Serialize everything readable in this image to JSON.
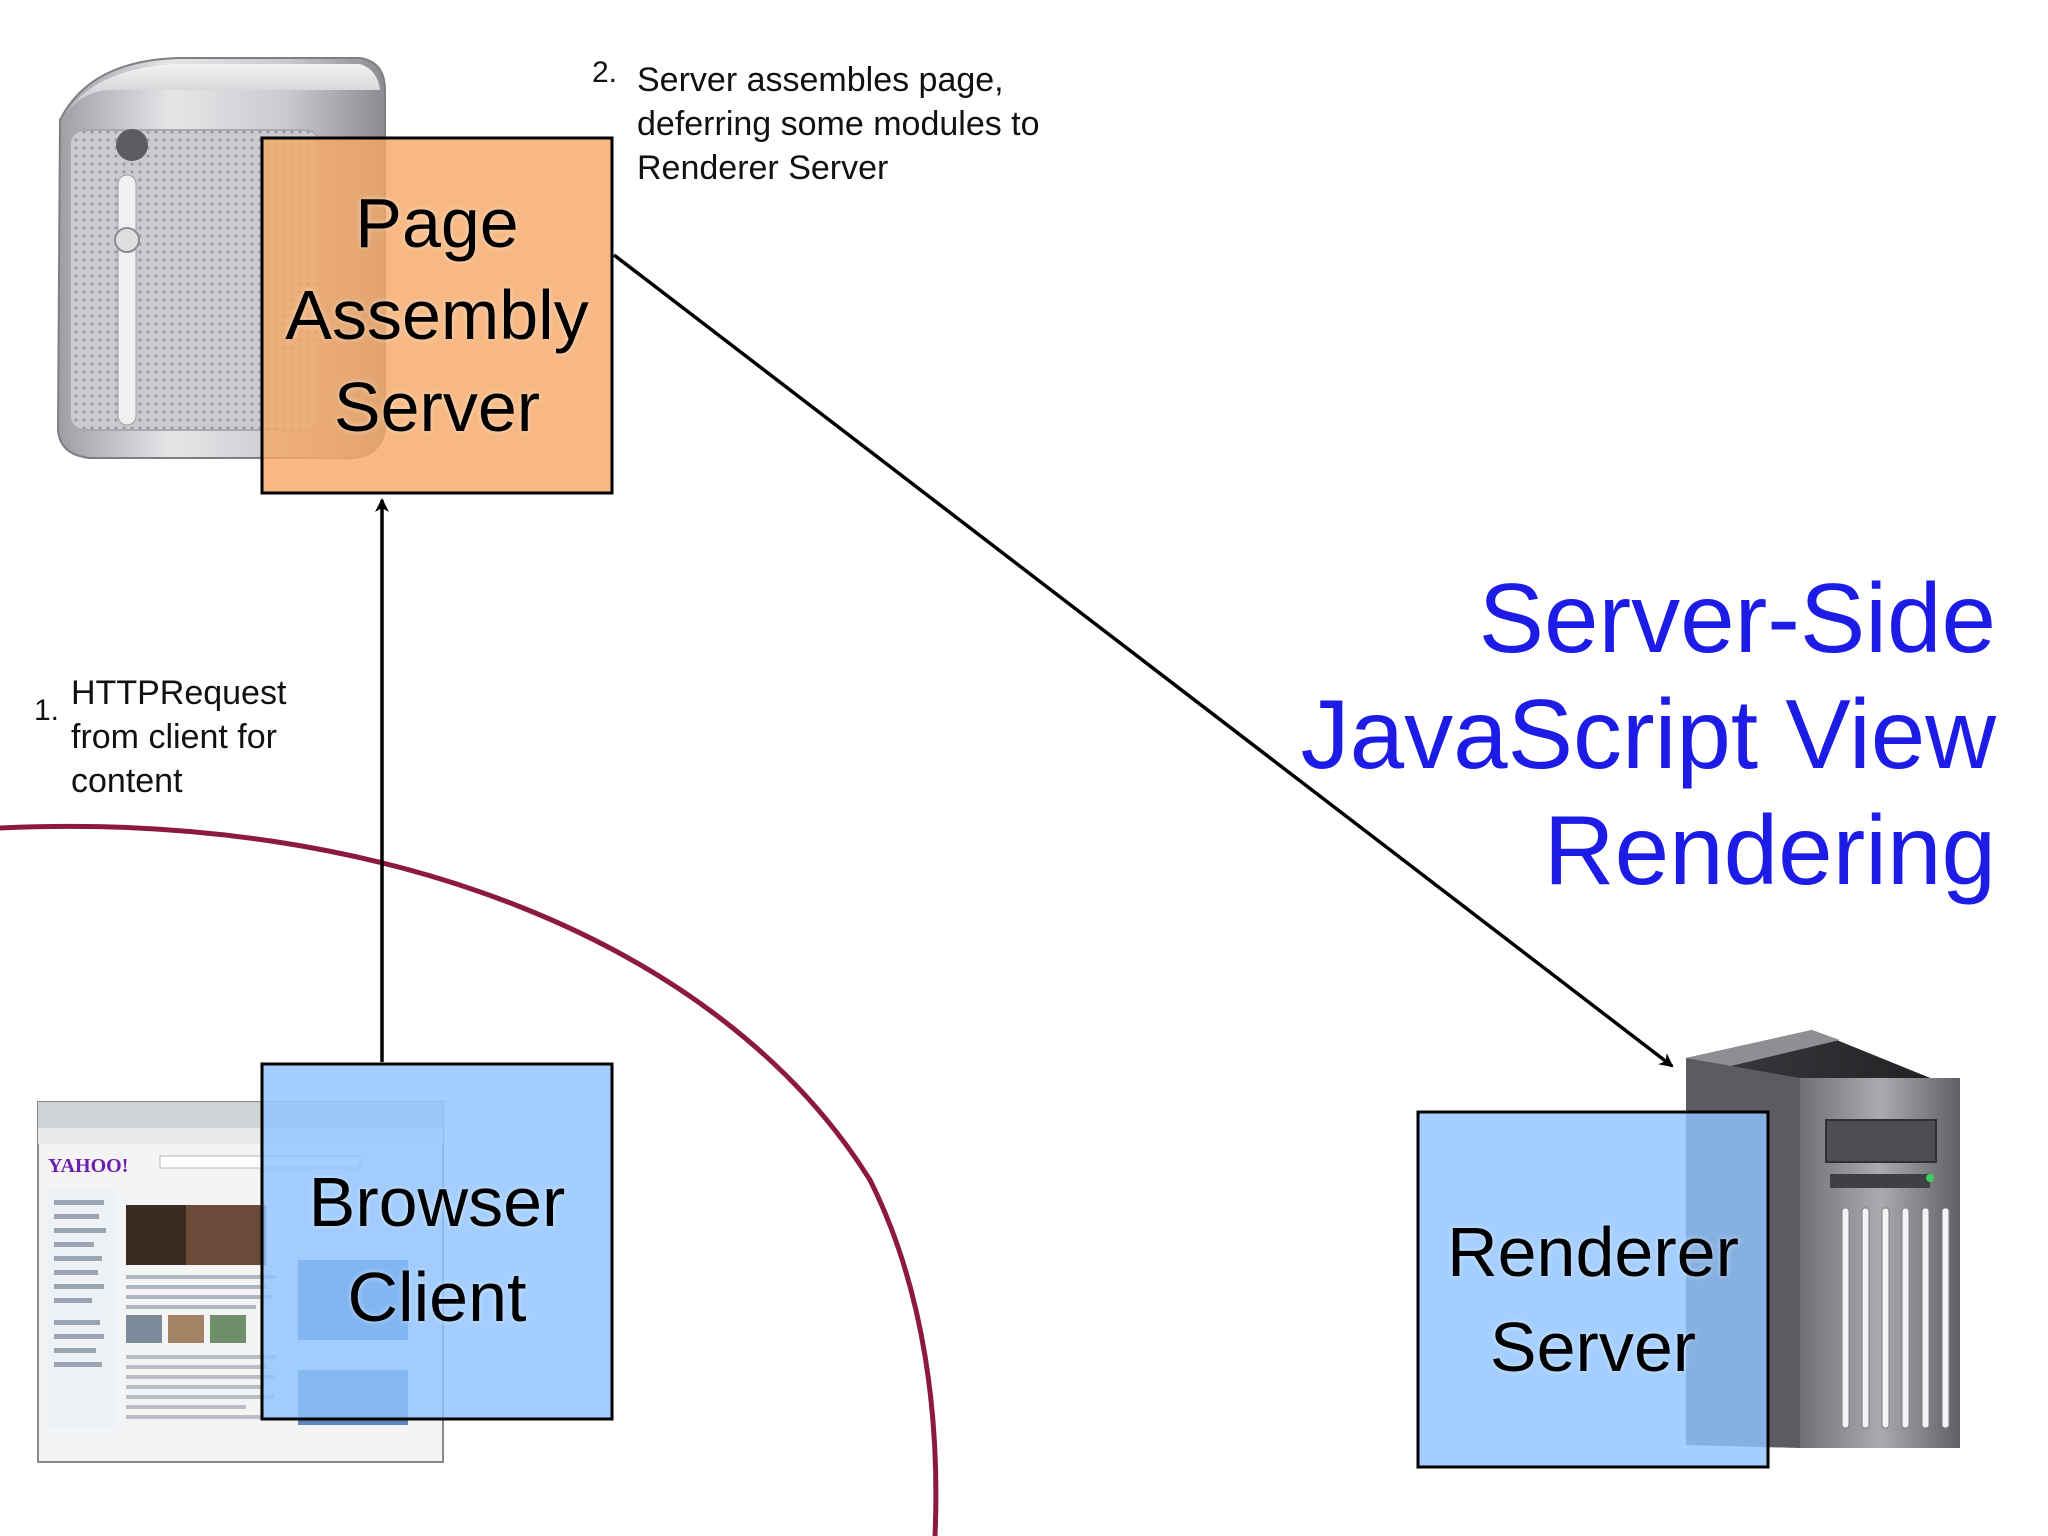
{
  "colors": {
    "page_assembly_fill": "#f5a868",
    "client_fill": "#8fc3ff",
    "renderer_fill": "#8fc3ff",
    "title": "#1c1ce6",
    "boundary_curve": "#8b1a3e",
    "arrow": "#000000"
  },
  "nodes": {
    "page_assembly": {
      "label": "Page\nAssembly\nServer",
      "icon": "server-tower-icon"
    },
    "browser_client": {
      "label": "Browser\nClient",
      "icon": "browser-screenshot-icon"
    },
    "renderer": {
      "label": "Renderer\nServer",
      "icon": "server-tower-icon"
    }
  },
  "annotations": {
    "step1_number": "1.",
    "step1_text": "HTTPRequest\nfrom client for\ncontent",
    "step2_number": "2.",
    "step2_text": "Server assembles page,\ndeferring some modules to\nRenderer Server"
  },
  "title": "Server-Side\nJavaScript View\nRendering",
  "edges": [
    {
      "from": "browser_client",
      "to": "page_assembly"
    },
    {
      "from": "page_assembly",
      "to": "renderer"
    }
  ]
}
